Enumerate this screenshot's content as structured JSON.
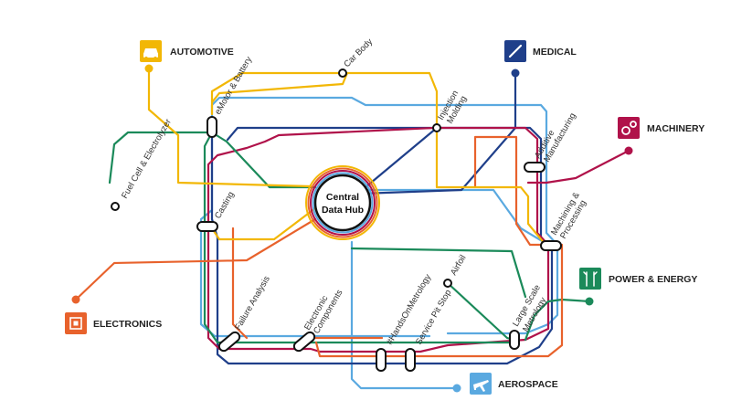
{
  "hub": {
    "line1": "Central",
    "line2": "Data Hub"
  },
  "stations": {
    "car_body": "Car Body",
    "emotor_battery": "eMotor & Battery",
    "injection_1": "Injection",
    "injection_2": "Molding",
    "additive_1": "Additive",
    "additive_2": "Manufacturing",
    "fuel_cell": "Fuel Cell & Electrolyzer",
    "casting": "Casting",
    "machining_1": "Machining &",
    "machining_2": "Processing",
    "failure_analysis": "Failure Analysis",
    "electronic_1": "Electronic",
    "electronic_2": "Components",
    "hands_on": "#HandsOnMetrology",
    "service_pit": "Service Pit Stop",
    "airfoil": "Airfoil",
    "large_scale_1": "Large Scale",
    "large_scale_2": "Metrology"
  },
  "industries": {
    "automotive": {
      "label": "AUTOMOTIVE",
      "color": "#f2b705",
      "icon": "car-icon"
    },
    "medical": {
      "label": "MEDICAL",
      "color": "#1f3f8a",
      "icon": "scalpel-icon"
    },
    "machinery": {
      "label": "MACHINERY",
      "color": "#b0124a",
      "icon": "gears-icon"
    },
    "power_energy": {
      "label": "POWER & ENERGY",
      "color": "#1b8a5a",
      "icon": "wind-turbine-icon"
    },
    "electronics": {
      "label": "ELECTRONICS",
      "color": "#e8622c",
      "icon": "chip-icon"
    },
    "aerospace": {
      "label": "AEROSPACE",
      "color": "#5aa9e0",
      "icon": "airplane-icon"
    }
  }
}
